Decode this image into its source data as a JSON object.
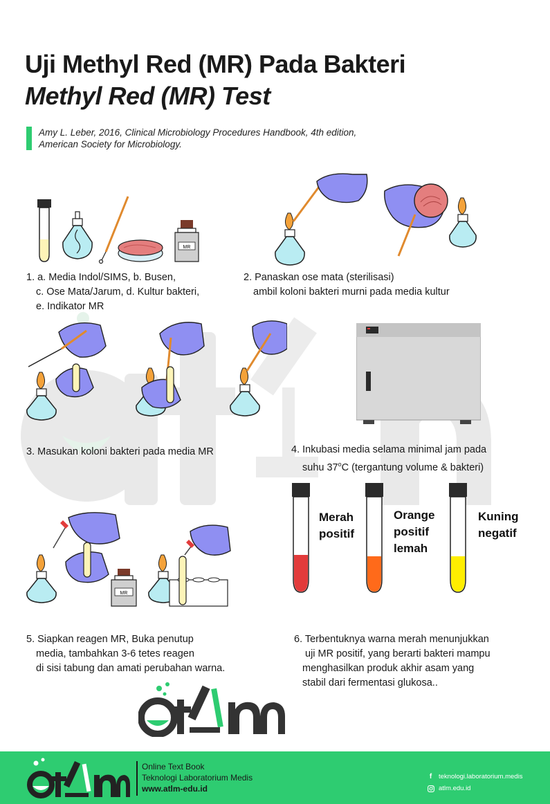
{
  "title": {
    "line1": "Uji Methyl Red (MR) Pada Bakteri",
    "line2": "Methyl Red (MR) Test"
  },
  "reference": {
    "line1": "Amy L. Leber, 2016, Clinical Microbiology Procedures Handbook, 4th edition,",
    "line2": "American Society for Microbiology."
  },
  "steps": {
    "s1": [
      "1. a. Media Indol/SIMS, b. Busen,",
      "c. Ose Mata/Jarum, d. Kultur bakteri,",
      "e. Indikator MR"
    ],
    "s2": [
      "2. Panaskan ose mata (sterilisasi)",
      "ambil koloni bakteri murni pada media kultur"
    ],
    "s3": [
      "3. Masukan koloni bakteri pada media MR"
    ],
    "s4": [
      "4.  Inkubasi media selama minimal jam pada",
      "suhu 37",
      "o",
      "C (tergantung volume & bakteri)"
    ],
    "s5": [
      "5. Siapkan reagen MR, Buka penutup",
      "media, tambahkan 3-6 tetes reagen",
      "di sisi tabung dan amati perubahan warna."
    ],
    "s6": [
      "6. Terbentuknya warna merah menunjukkan",
      "uji MR positif, yang berarti bakteri mampu",
      "menghasilkan produk akhir asam yang",
      "stabil dari fermentasi glukosa.."
    ]
  },
  "results": [
    {
      "line1": "Merah",
      "line2": "positif",
      "line3": "",
      "color": "#e23b3b"
    },
    {
      "line1": "Orange",
      "line2": "positif",
      "line3": "lemah",
      "color": "#ff6a1a"
    },
    {
      "line1": "Kuning",
      "line2": "negatif",
      "line3": "",
      "color": "#ffee00"
    }
  ],
  "bottle_label": "MR",
  "brand": {
    "logo_text": "atlm",
    "footer_line1": "Online Text Book",
    "footer_line2": "Teknologi Laboratorium Medis",
    "footer_line3": "www.atlm-edu.id",
    "facebook": "teknologi.laboratorium.medis",
    "instagram": "atlm.edu.id",
    "facebook_icon": "facebook-icon",
    "instagram_icon": "instagram-icon"
  },
  "colors": {
    "accent_green": "#2ecc71",
    "glove": "#8f8ff2",
    "flask": "#b9ecf2",
    "flame": "#f4a23a"
  }
}
